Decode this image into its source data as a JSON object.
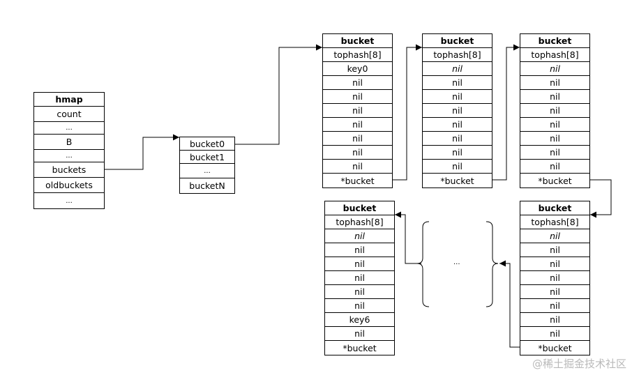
{
  "hmap": {
    "rows": [
      "hmap",
      "count",
      "...",
      "B",
      "...",
      "buckets",
      "oldbuckets",
      "..."
    ]
  },
  "bucket_array": {
    "rows": [
      "bucket0",
      "bucket1",
      "...",
      "bucketN"
    ]
  },
  "buckets": [
    {
      "rows": [
        "bucket",
        "tophash[8]",
        "key0",
        "nil",
        "nil",
        "nil",
        "nil",
        "nil",
        "nil",
        "nil",
        "*bucket"
      ]
    },
    {
      "rows": [
        "bucket",
        "tophash[8]",
        "nil",
        "nil",
        "nil",
        "nil",
        "nil",
        "nil",
        "nil",
        "nil",
        "*bucket"
      ]
    },
    {
      "rows": [
        "bucket",
        "tophash[8]",
        "nil",
        "nil",
        "nil",
        "nil",
        "nil",
        "nil",
        "nil",
        "nil",
        "*bucket"
      ]
    },
    {
      "rows": [
        "bucket",
        "tophash[8]",
        "nil",
        "nil",
        "nil",
        "nil",
        "nil",
        "nil",
        "key6",
        "nil",
        "*bucket"
      ]
    },
    {
      "rows": [
        "bucket",
        "tophash[8]",
        "nil",
        "nil",
        "nil",
        "nil",
        "nil",
        "nil",
        "nil",
        "nil",
        "*bucket"
      ]
    }
  ],
  "ellipsis": "...",
  "watermark": "@稀土掘金技术社区"
}
